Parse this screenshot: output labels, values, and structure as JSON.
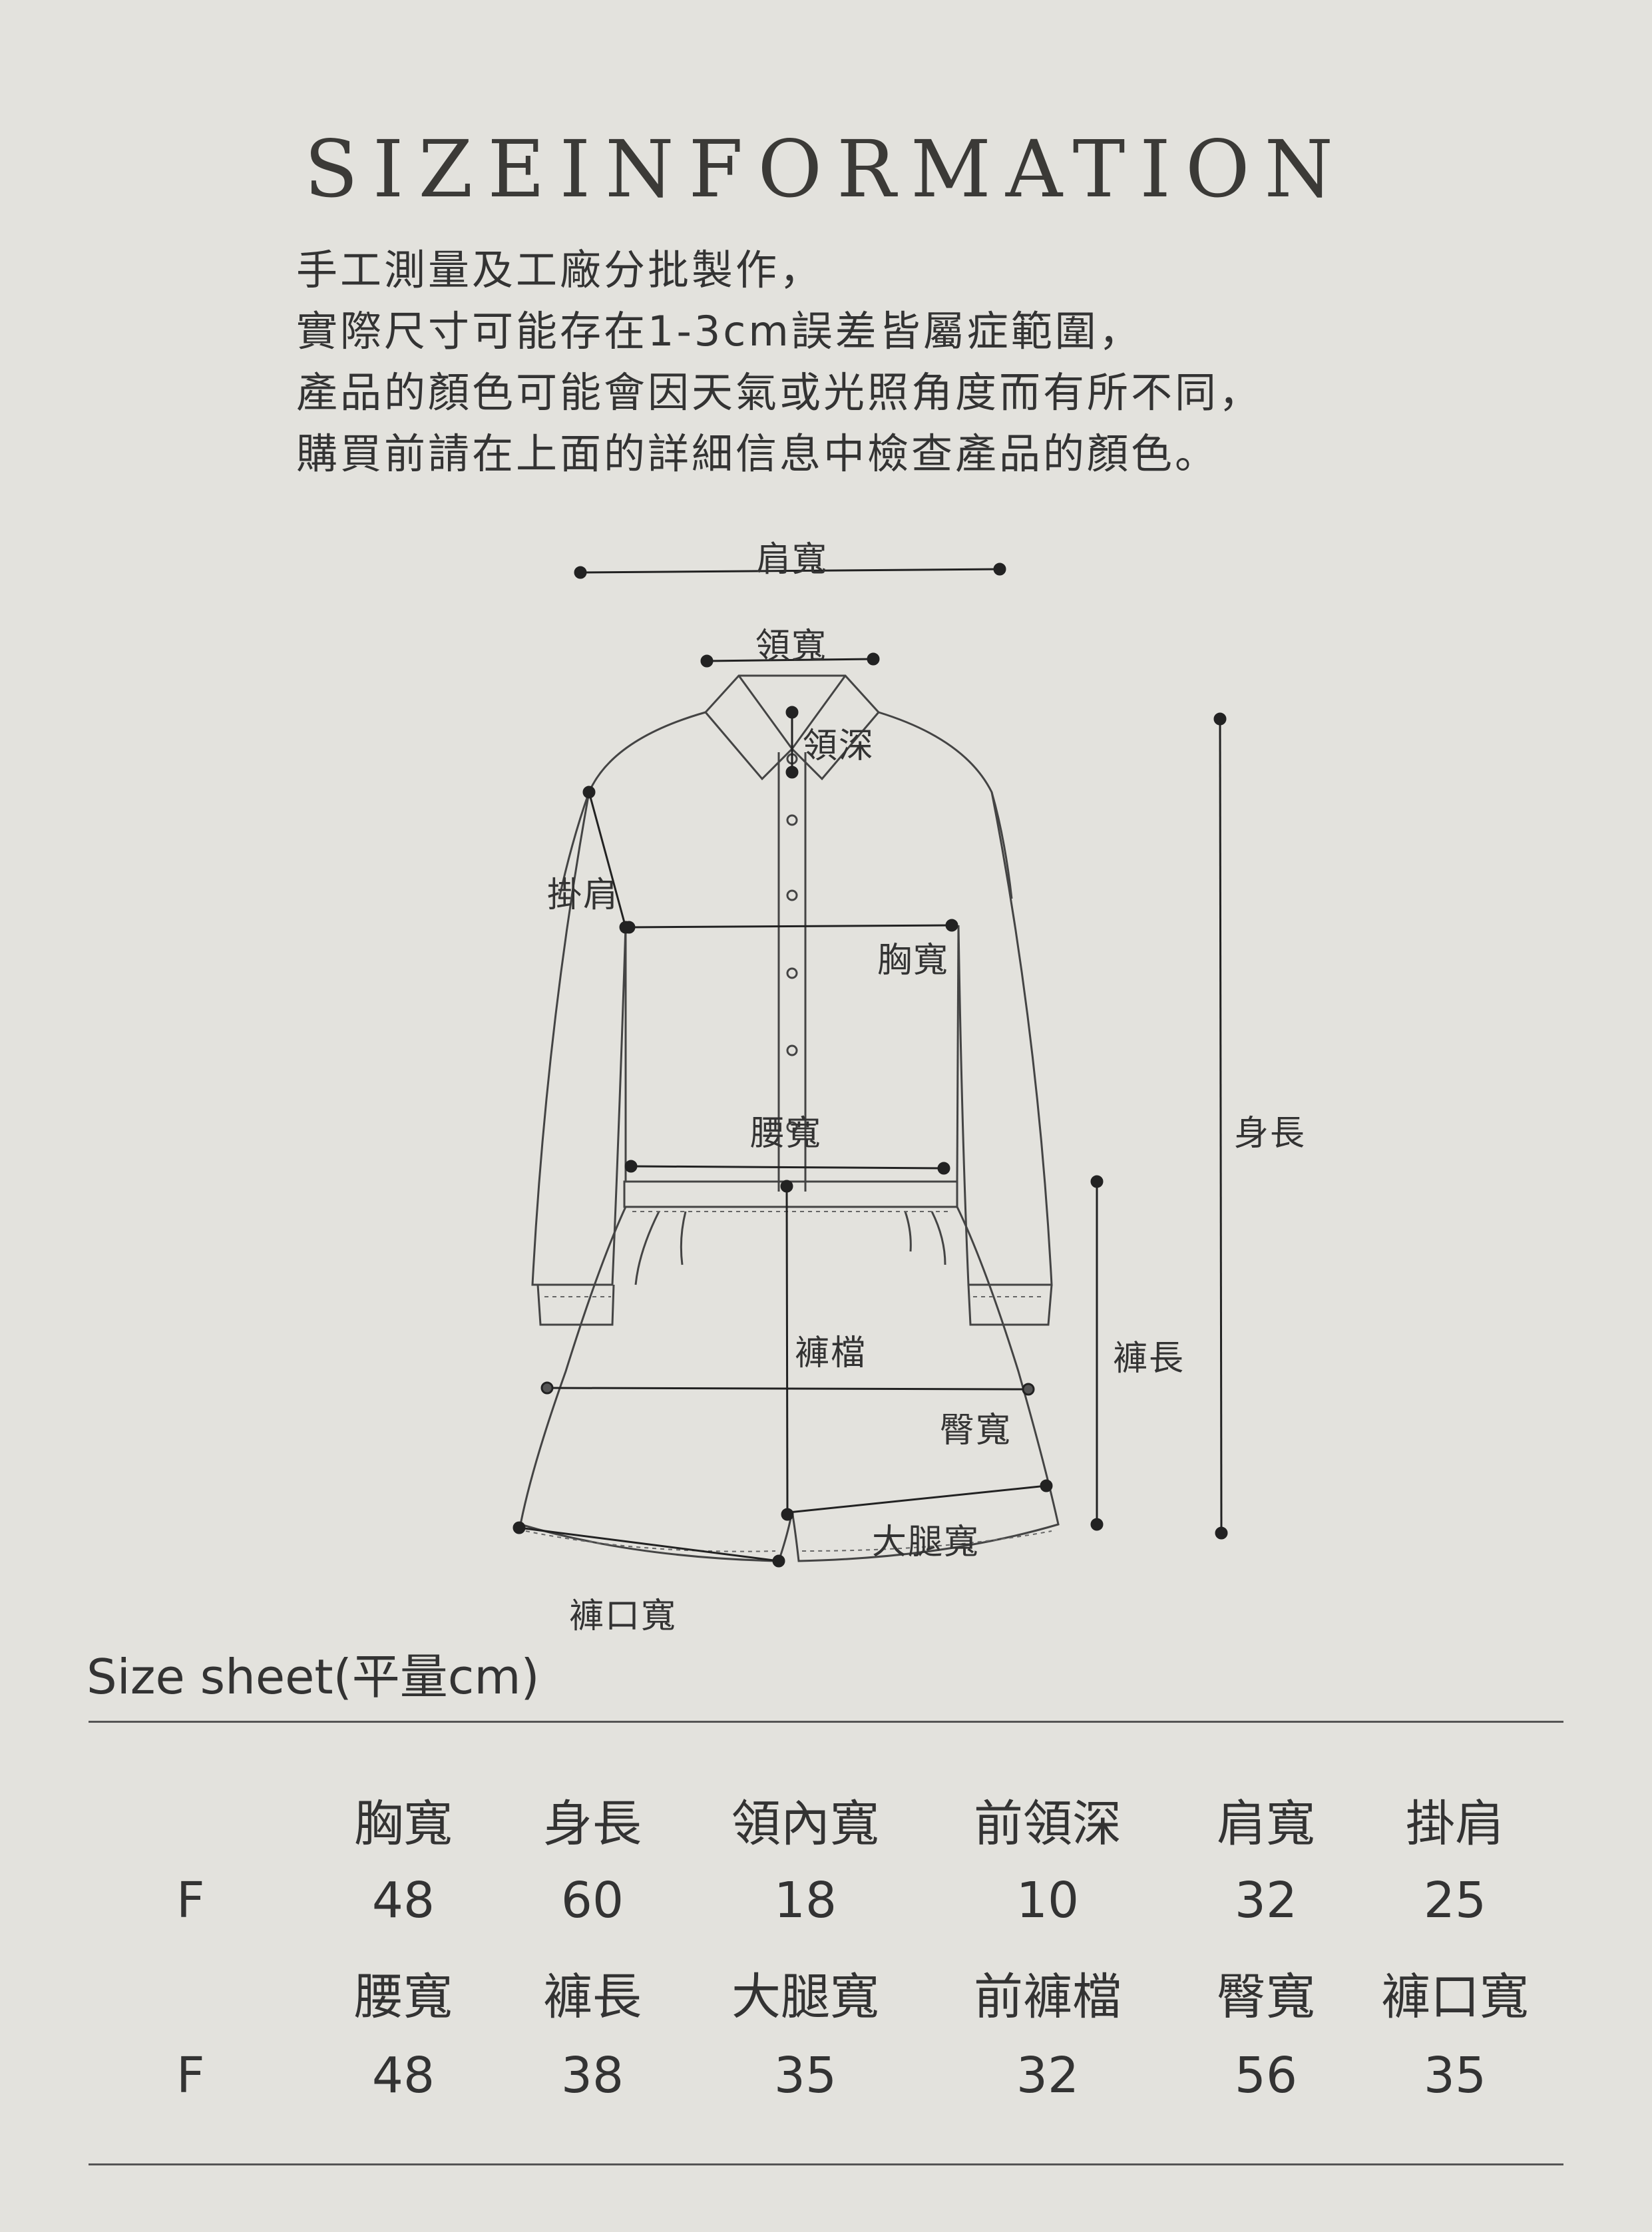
{
  "title": "SIZEINFORMATION",
  "notes": [
    "手工測量及工廠分批製作，",
    "實際尺寸可能存在1-3cm誤差皆屬症範圍，",
    "產品的顏色可能會因天氣或光照角度而有所不同，",
    "購買前請在上面的詳細信息中檢查產品的顏色。"
  ],
  "diagram_labels": {
    "shoulder": "肩寬",
    "neck_width": "領寬",
    "neck_depth": "領深",
    "sleeve_shoulder": "掛肩",
    "chest": "胸寬",
    "waist": "腰寬",
    "body_length": "身長",
    "rise": "褲檔",
    "pants_length": "褲長",
    "hip": "臀寬",
    "thigh": "大腿寬",
    "hem": "褲口寬"
  },
  "size_sheet": {
    "title": "Size sheet(平量cm)",
    "top_headers": [
      "胸寬",
      "身長",
      "領內寬",
      "前領深",
      "肩寬",
      "掛肩"
    ],
    "top_row": {
      "size": "F",
      "values": [
        "48",
        "60",
        "18",
        "10",
        "32",
        "25"
      ]
    },
    "bottom_headers": [
      "腰寬",
      "褲長",
      "大腿寬",
      "前褲檔",
      "臀寬",
      "褲口寬"
    ],
    "bottom_row": {
      "size": "F",
      "values": [
        "48",
        "38",
        "35",
        "32",
        "56",
        "35"
      ]
    }
  }
}
